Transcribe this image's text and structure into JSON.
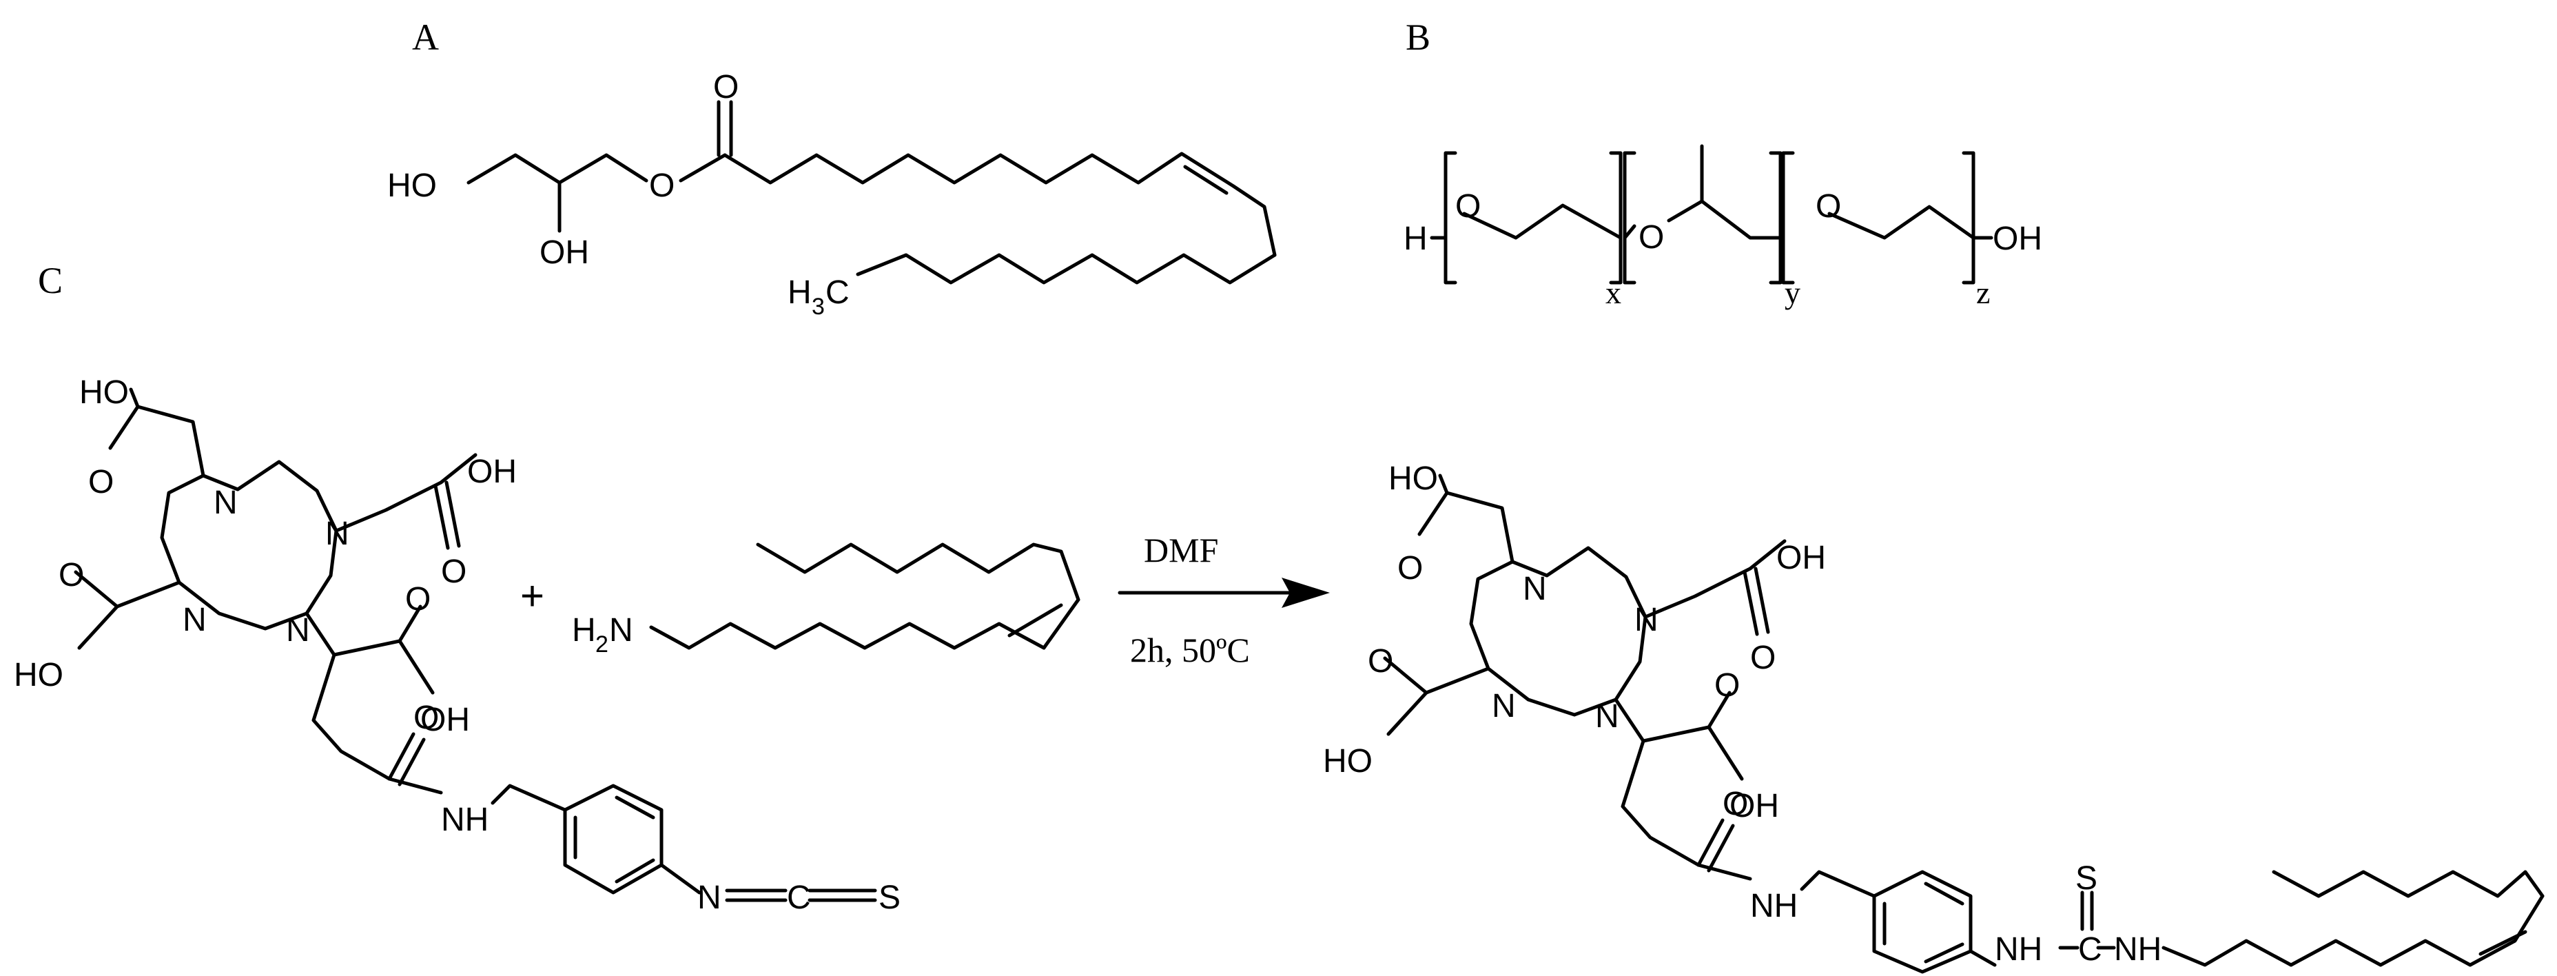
{
  "panels": {
    "a": "A",
    "b": "B",
    "c": "C"
  },
  "structure_a": {
    "ho": "HO",
    "oh": "OH",
    "o_ester": "O",
    "o_carbonyl": "O",
    "methyl": "H",
    "methyl_sub": "3",
    "methyl_c": "C"
  },
  "structure_b": {
    "h": "H",
    "o1": "O",
    "o2": "O",
    "o3": "O",
    "oh": "OH",
    "x": "x",
    "y": "y",
    "z": "z"
  },
  "reactant_dota": {
    "ho_1": "HO",
    "o_1": "O",
    "n_1": "N",
    "n_2": "N",
    "oh_2": "OH",
    "o_2": "O",
    "o_3": "O",
    "n_3": "N",
    "n_4": "N",
    "ho_3": "HO",
    "o_4": "O",
    "oh_4": "OH",
    "o_amide": "O",
    "nh": "NH",
    "n_ncs": "N",
    "c_ncs": "C",
    "s_ncs": "S"
  },
  "plus": "+",
  "amine": {
    "h": "H",
    "sub": "2",
    "n": "N"
  },
  "conditions": {
    "solvent": "DMF",
    "time_temp": "2h, 50ºC"
  },
  "product": {
    "ho_1": "HO",
    "o_1": "O",
    "n_1": "N",
    "n_2": "N",
    "oh_2": "OH",
    "o_2": "O",
    "o_3": "O",
    "n_3": "N",
    "n_4": "N",
    "ho_3": "HO",
    "o_4": "O",
    "oh_4": "OH",
    "o_amide": "O",
    "nh_amide": "NH",
    "s": "S",
    "nh_1": "NH",
    "c": "C",
    "nh_2": "NH"
  }
}
